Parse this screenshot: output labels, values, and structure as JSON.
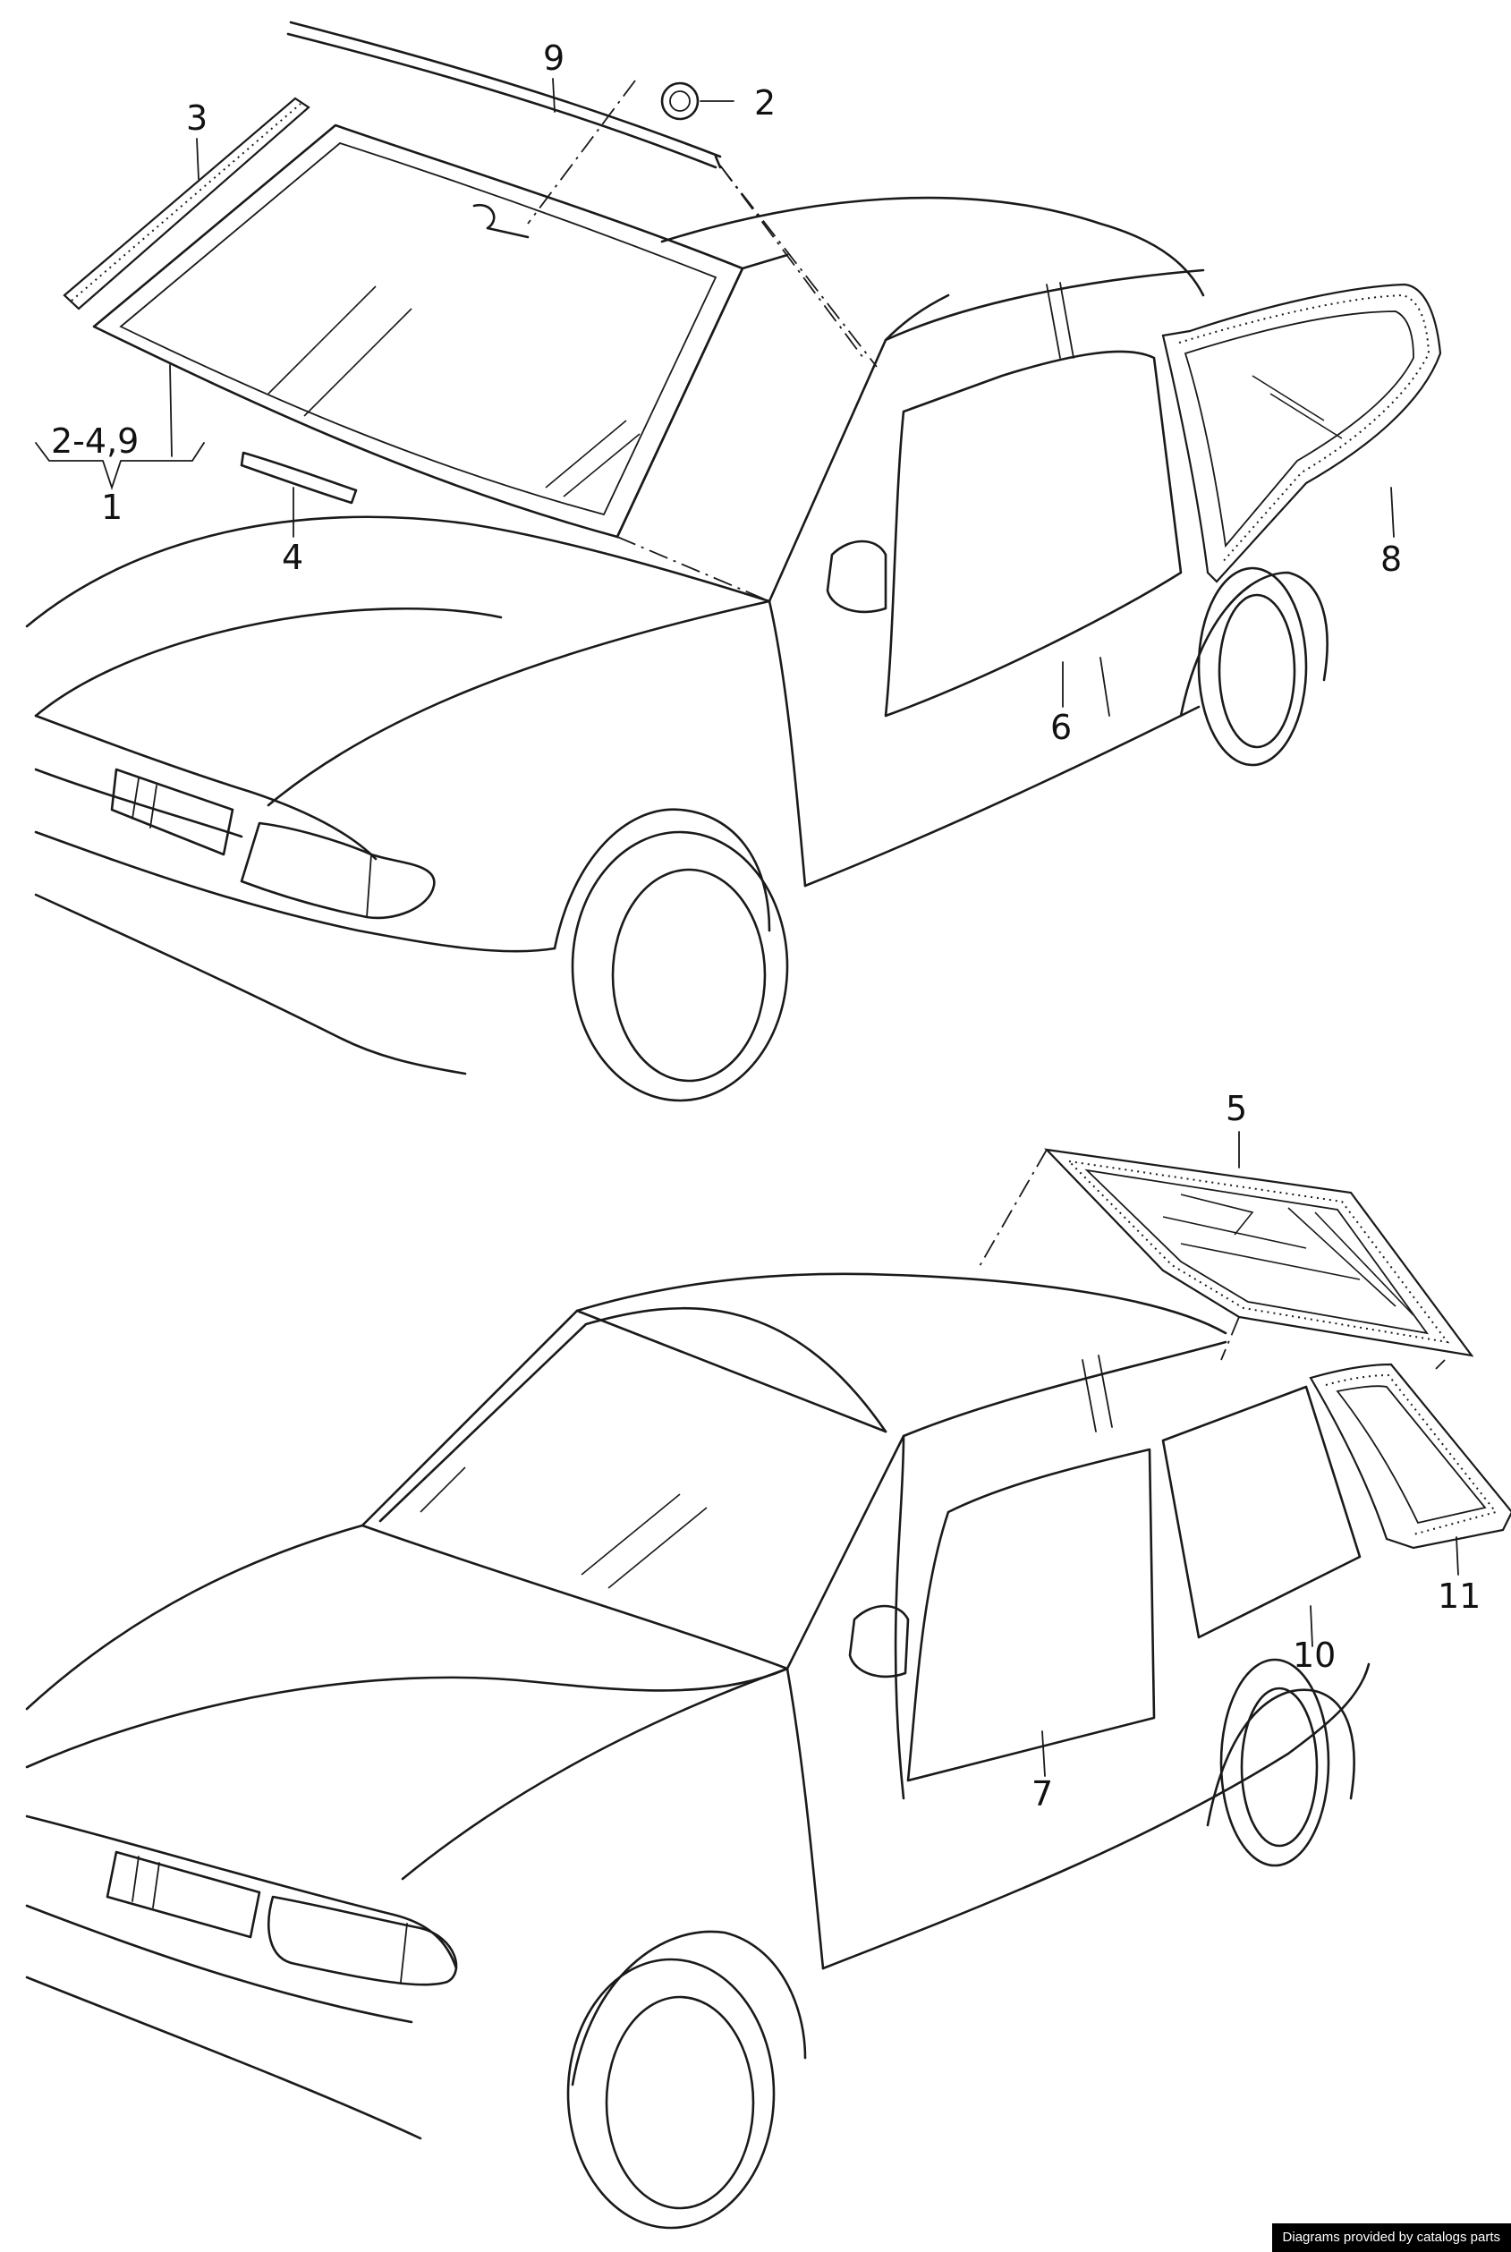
{
  "callouts": {
    "c1": "1",
    "c2": "2",
    "c3": "3",
    "c4": "4",
    "c5": "5",
    "c6": "6",
    "c7": "7",
    "c8": "8",
    "c9": "9",
    "c10": "10",
    "c11": "11",
    "group_range": "2-4,9"
  },
  "footer": {
    "credit": "Diagrams provided by catalogs parts"
  }
}
